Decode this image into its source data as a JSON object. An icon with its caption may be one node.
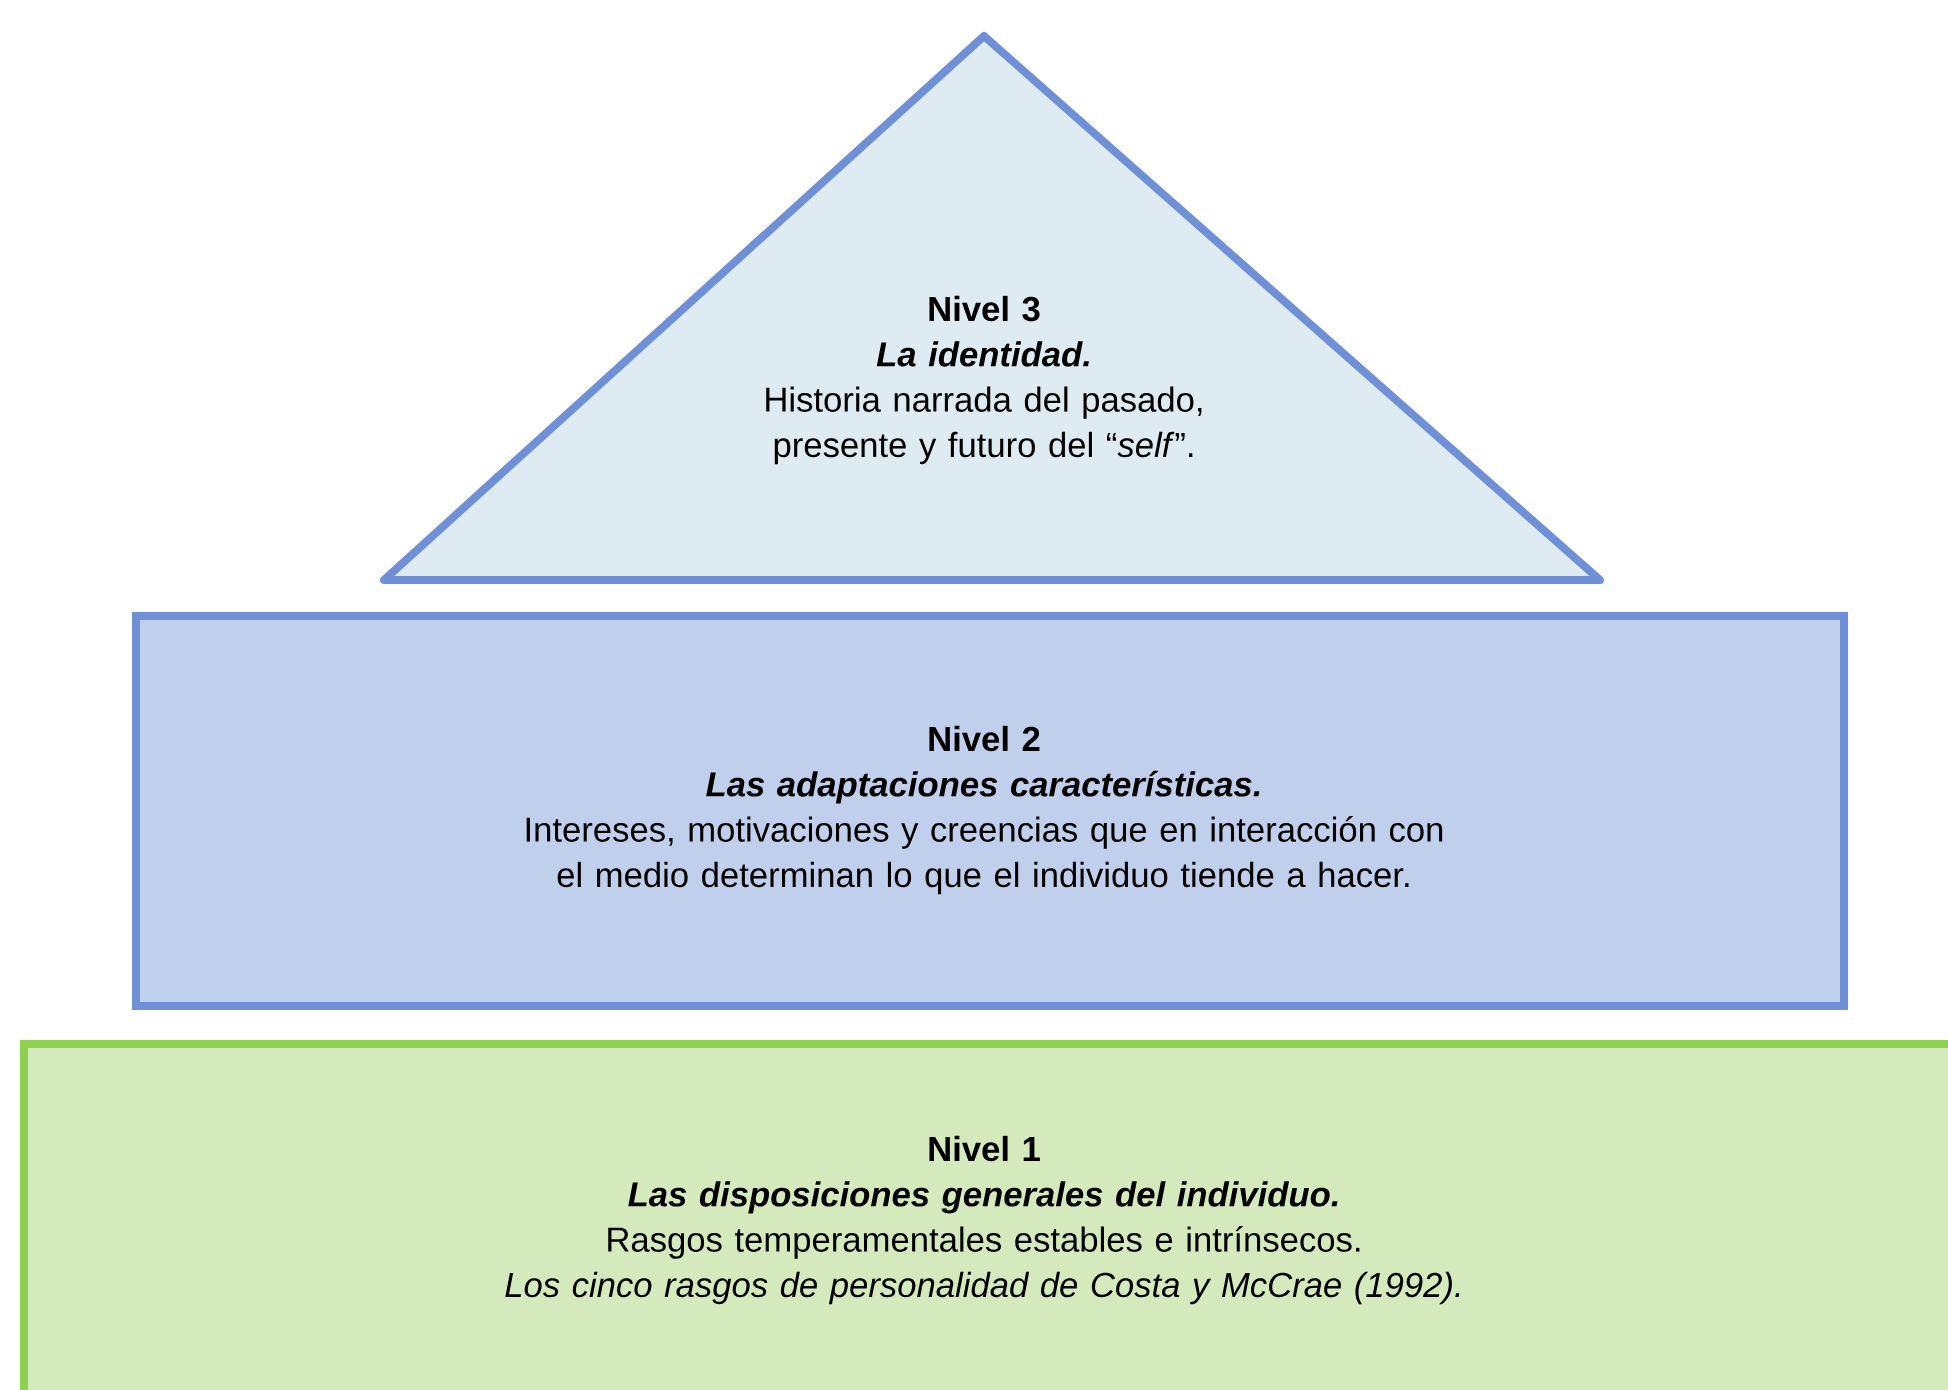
{
  "diagram": {
    "nodes": [
      {
        "text": [
          "Nivel 3",
          "La identidad.",
          "Historia narrada del pasado, presente y futuro del “*self*”."
        ]
      },
      {
        "text": [
          "Nivel 2",
          "Las adaptaciones características.",
          "Intereses, motivaciones y creencias que en interacción con el medio determinan lo que el individuo tiende a hacer."
        ]
      },
      {
        "text": [
          "Nivel 1",
          "Las disposiciones generales del individuo.",
          "Rasgos temperamentales estables e intrínsecos.",
          "Los cinco rasgos de personalidad de Costa y McCrae (1992)."
        ]
      }
    ]
  }
}
